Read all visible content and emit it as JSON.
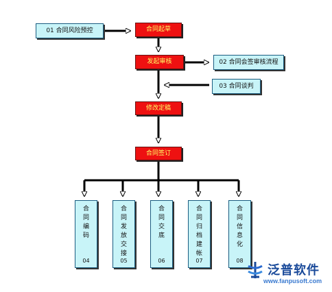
{
  "steps": {
    "s1": "合同起草",
    "s2": "发起审核",
    "s3": "修改定稿",
    "s4": "合同签订"
  },
  "inputs": {
    "risk": "01 合同风险预控",
    "countersign": "02 合同会签审核流程",
    "negotiation": "03 合同谈判"
  },
  "outputs": [
    {
      "chars": [
        "合",
        "同",
        "编",
        "码"
      ],
      "num": "04"
    },
    {
      "chars": [
        "合",
        "同",
        "发",
        "放",
        "交",
        "接"
      ],
      "num": "05"
    },
    {
      "chars": [
        "合",
        "同",
        "交",
        "底"
      ],
      "num": "06"
    },
    {
      "chars": [
        "合",
        "同",
        "归",
        "档",
        "建",
        "帐"
      ],
      "num": "07"
    },
    {
      "chars": [
        "合",
        "同",
        "信",
        "息",
        "化"
      ],
      "num": "08"
    }
  ],
  "logo": {
    "name": "泛普软件",
    "url": "www.fanpusoft.com"
  }
}
